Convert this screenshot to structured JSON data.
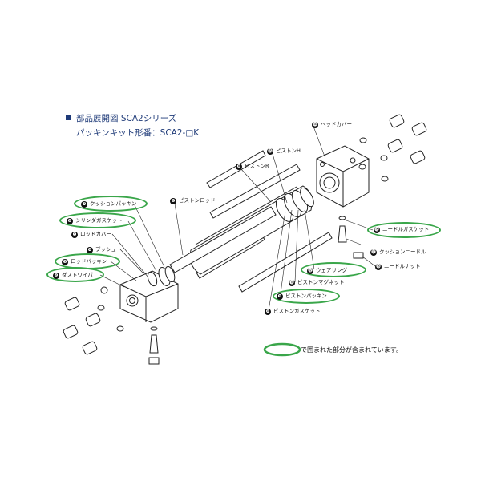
{
  "header": {
    "title": "部品展開図 SCA2シリーズ",
    "kit": "パッキンキット形番：SCA2-□K"
  },
  "parts": [
    {
      "no": "❶",
      "name": "ピストンロッド"
    },
    {
      "no": "❷",
      "name": "ダストワイパ"
    },
    {
      "no": "❸",
      "name": "ロッドパッキン"
    },
    {
      "no": "❹",
      "name": "ブッシュ"
    },
    {
      "no": "❺",
      "name": "ロッドカバー"
    },
    {
      "no": "❻",
      "name": "シリンダガスケット"
    },
    {
      "no": "❼",
      "name": "クッションパッキン"
    },
    {
      "no": "❽",
      "name": "ピストンR"
    },
    {
      "no": "❾",
      "name": "ピストンパッキン"
    },
    {
      "no": "❿",
      "name": "ピストンガスケット"
    },
    {
      "no": "⓫",
      "name": "ピストンマグネット"
    },
    {
      "no": "⓬",
      "name": "ウェアリング"
    },
    {
      "no": "⓭",
      "name": "ピストンH"
    },
    {
      "no": "⓮",
      "name": "ヘッドカバー"
    },
    {
      "no": "⓯",
      "name": "ニードルガスケット"
    },
    {
      "no": "⓰",
      "name": "ニードルナット"
    },
    {
      "no": "⓱",
      "name": "クッションニードル"
    }
  ],
  "legend": {
    "text": "で囲まれた部分が含まれています。",
    "highlight_color": "#3aa64a"
  },
  "colors": {
    "header": "#1e3a78",
    "line": "#222222",
    "highlight": "#3aa64a"
  }
}
